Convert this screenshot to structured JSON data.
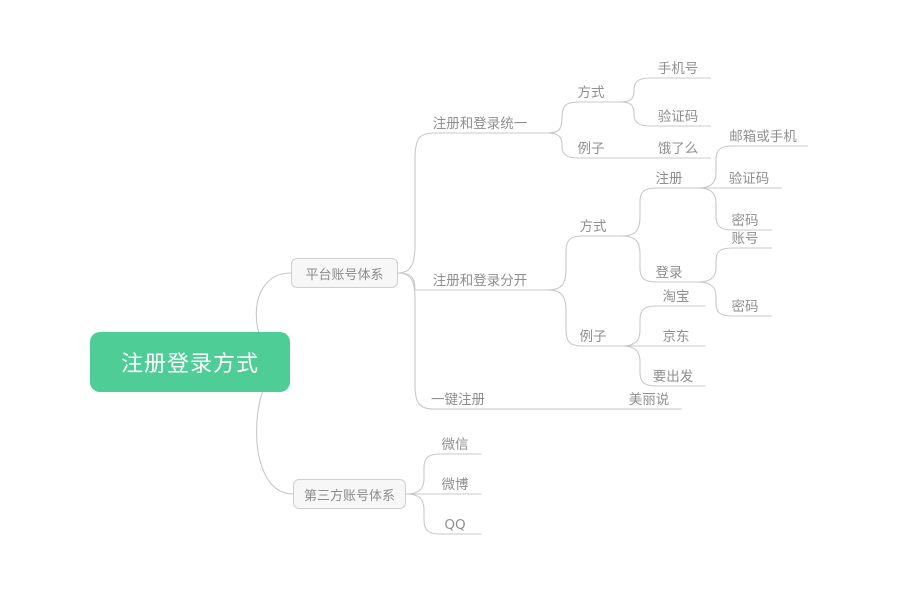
{
  "theme": {
    "background": "#ffffff",
    "root_fill": "#4ecd97",
    "root_text": "#ffffff",
    "node_box_fill": "#f7f7f7",
    "node_box_border": "#cfcfcf",
    "text_color": "#8f8f8f",
    "line_color": "#c8c8c8"
  },
  "mindmap": {
    "root": {
      "label": "注册登录方式"
    },
    "branches": [
      {
        "label": "平台账号体系",
        "children": [
          {
            "label": "注册和登录统一",
            "children": [
              {
                "label": "方式",
                "children": [
                  {
                    "label": "手机号"
                  },
                  {
                    "label": "验证码"
                  }
                ]
              },
              {
                "label": "例子",
                "children": [
                  {
                    "label": "饿了么"
                  }
                ]
              }
            ]
          },
          {
            "label": "注册和登录分开",
            "children": [
              {
                "label": "方式",
                "children": [
                  {
                    "label": "注册",
                    "children": [
                      {
                        "label": "邮箱或手机"
                      },
                      {
                        "label": "验证码"
                      },
                      {
                        "label": "密码"
                      }
                    ]
                  },
                  {
                    "label": "登录",
                    "children": [
                      {
                        "label": "账号"
                      },
                      {
                        "label": "密码"
                      }
                    ]
                  }
                ]
              },
              {
                "label": "例子",
                "children": [
                  {
                    "label": "淘宝"
                  },
                  {
                    "label": "京东"
                  },
                  {
                    "label": "要出发"
                  }
                ]
              }
            ]
          },
          {
            "label": "一键注册",
            "children": [
              {
                "label": "美丽说"
              }
            ]
          }
        ]
      },
      {
        "label": "第三方账号体系",
        "children": [
          {
            "label": "微信"
          },
          {
            "label": "微博"
          },
          {
            "label": "QQ"
          }
        ]
      }
    ]
  }
}
